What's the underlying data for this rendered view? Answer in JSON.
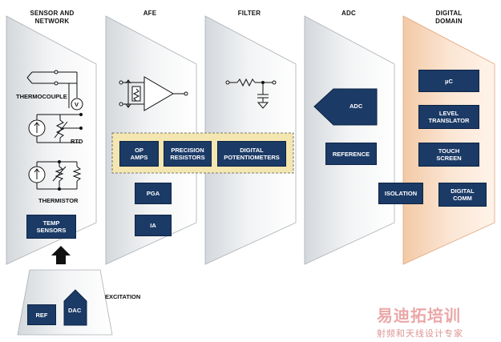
{
  "stages": {
    "sensor": "SENSOR AND\nNETWORK",
    "afe": "AFE",
    "filter": "FILTER",
    "adc": "ADC",
    "digital": "DIGITAL\nDOMAIN"
  },
  "sensor_labels": {
    "thermocouple": "THERMOCOUPLE",
    "rtd": "RTD",
    "thermistor": "THERMISTOR",
    "excitation": "EXCITATION",
    "volt_symbol": "V"
  },
  "blocks": {
    "temp_sensors": "TEMP\nSENSORS",
    "op_amps": "OP\nAMPS",
    "precision_resistors": "PRECISION\nRESISTORS",
    "digital_potentiometers": "DIGITAL\nPOTENTIOMETERS",
    "pga": "PGA",
    "ia": "IA",
    "adc": "ADC",
    "reference": "REFERENCE",
    "uc": "µC",
    "level_translator": "LEVEL\nTRANSLATOR",
    "touch_screen": "TOUCH\nSCREEN",
    "isolation": "ISOLATION",
    "digital_comm": "DIGITAL\nCOMM",
    "ref": "REF",
    "dac": "DAC"
  },
  "watermark": {
    "line1": "易迪拓培训",
    "line2": "射频和天线设计专家"
  },
  "colors": {
    "block": "#1b3a66",
    "panel": "#e9ecef",
    "digital_panel": "#f7d9c2",
    "highlight": "#f4e6b0"
  }
}
